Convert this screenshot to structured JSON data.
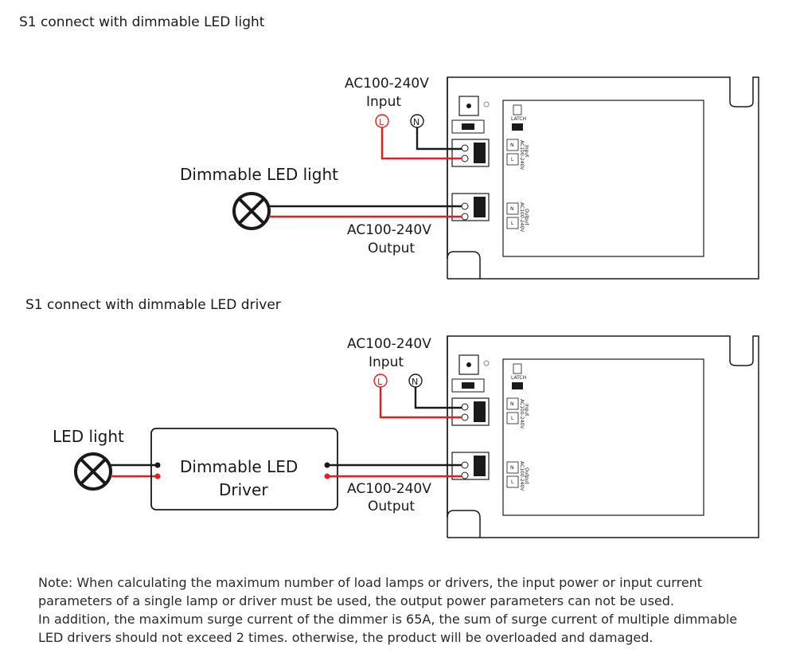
{
  "sections": [
    {
      "title": "S1 connect with dimmable LED light",
      "input_label": [
        "AC100-240V",
        "Input"
      ],
      "output_label": [
        "AC100-240V",
        "Output"
      ],
      "load_label": "Dimmable LED light",
      "terminal_L": "L",
      "terminal_N": "N"
    },
    {
      "title": "S1 connect with dimmable LED driver",
      "input_label": [
        "AC100-240V",
        "Input"
      ],
      "output_label": [
        "AC100-240V",
        "Output"
      ],
      "load_label": "LED light",
      "driver_label": [
        "Dimmable LED",
        "Driver"
      ],
      "terminal_L": "L",
      "terminal_N": "N"
    }
  ],
  "device": {
    "switch_text": "LATCH",
    "input_block": [
      "Input",
      "AC100-240V"
    ],
    "output_block": [
      "Output",
      "AC100-240V"
    ],
    "N": "N",
    "L": "L"
  },
  "note": {
    "lead": "Note:",
    "line1": " When calculating the maximum number of load lamps or drivers, the input power or input current",
    "line2": "parameters of a single lamp or driver must be used, the output power parameters can not be used.",
    "line3": "In addition, the maximum surge current of the dimmer is 65A, the sum of surge current of multiple dimmable",
    "line4": "LED drivers should not exceed 2 times. otherwise, the product will be overloaded and damaged."
  },
  "colors": {
    "live": "#e02020",
    "neutral": "#1a1a1a"
  }
}
